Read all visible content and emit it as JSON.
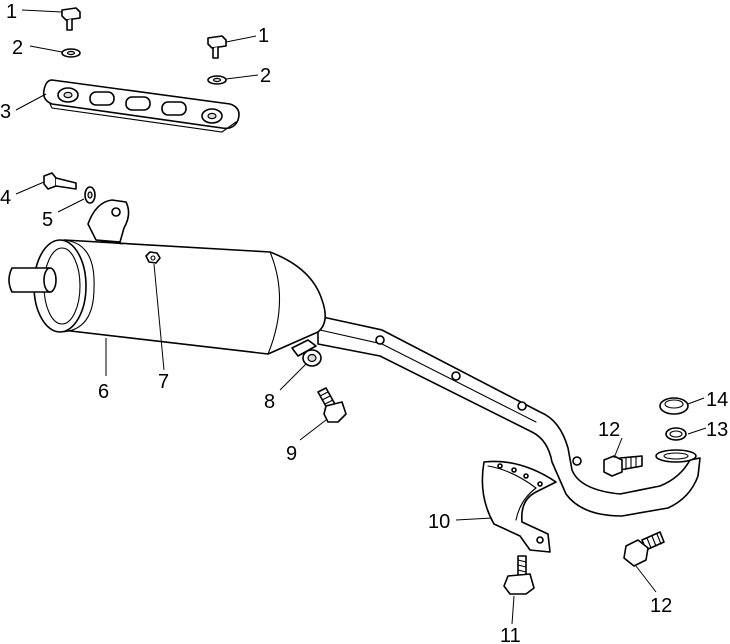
{
  "callouts": {
    "c1a": "1",
    "c1b": "1",
    "c2a": "2",
    "c2b": "2",
    "c3": "3",
    "c4": "4",
    "c5": "5",
    "c6": "6",
    "c7": "7",
    "c8": "8",
    "c9": "9",
    "c10": "10",
    "c11": "11",
    "c12a": "12",
    "c12b": "12",
    "c13": "13",
    "c14": "14"
  },
  "colors": {
    "line": "#000000",
    "background": "#ffffff",
    "shade": "#dcdcdc"
  }
}
